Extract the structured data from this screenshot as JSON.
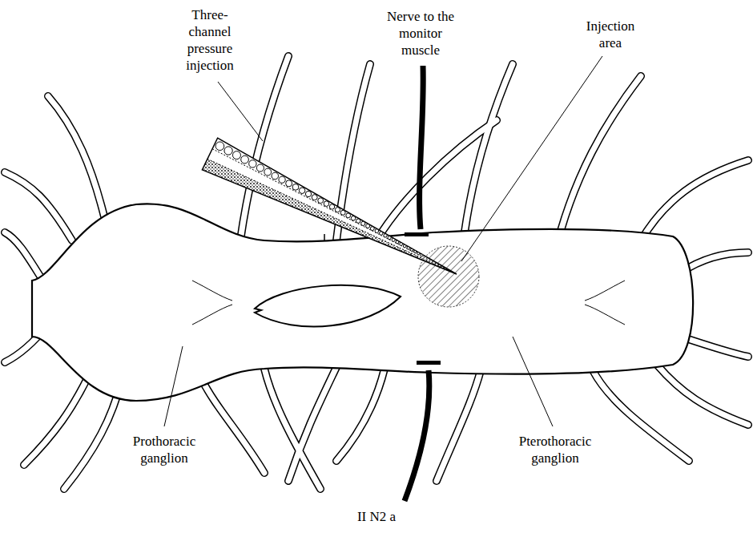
{
  "diagram": {
    "labels": [
      "Three-channel pressure injection",
      "Nerve to the monitor muscle",
      "Injection area",
      "Prothoracic ganglion",
      "II N2 a",
      "Pterothoracic ganglion"
    ]
  }
}
